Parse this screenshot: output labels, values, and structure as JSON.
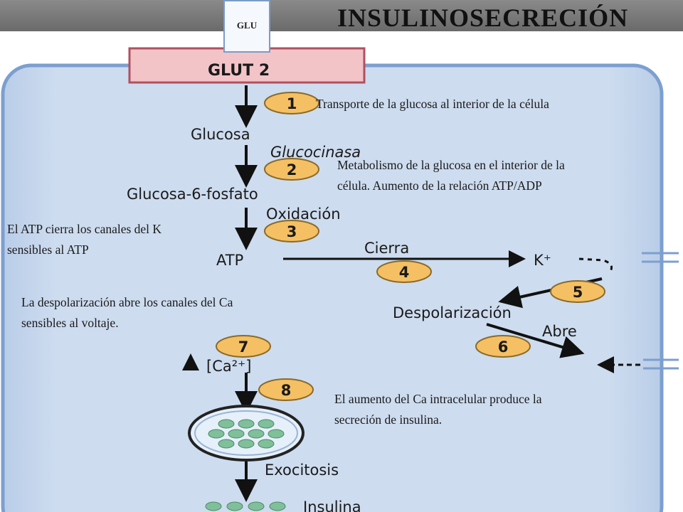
{
  "title": "INSULINOSECRECIÓN",
  "glu_label": "GLU",
  "glut_label": "GLUT 2",
  "steps": [
    "1",
    "2",
    "3",
    "4",
    "5",
    "6",
    "7",
    "8"
  ],
  "molecules": {
    "glucosa": "Glucosa",
    "glucocinasa": "Glucocinasa",
    "g6p": "Glucosa-6-fosfato",
    "oxidacion": "Oxidación",
    "atp": "ATP",
    "cierra": "Cierra",
    "k": "K⁺",
    "despolarizacion": "Despolarización",
    "abre": "Abre",
    "ca_up": "↑",
    "ca": "[Ca²⁺]",
    "exocitosis": "Exocitosis",
    "insulina": "Insulina"
  },
  "notes": {
    "n1": "Transporte de la glucosa al interior de la célula",
    "n2_line1": "Metabolismo de la glucosa en el interior de la",
    "n2_line2": "célula. Aumento de la relación ATP/ADP",
    "n3_line1": "El ATP cierra los canales del K",
    "n3_line2": "sensibles al ATP",
    "n4_line1": "La despolarización abre los canales del Ca",
    "n4_line2": "sensibles al voltaje.",
    "n5_line1": "El aumento del Ca  intracelular produce la",
    "n5_line2": "secreción de insulina."
  },
  "colors": {
    "cell_fill": "#c9d9ee",
    "cell_border": "#7c9fcf",
    "glut_fill": "#f2c4c8",
    "glut_border": "#b05060",
    "badge_fill": "#f5c063",
    "badge_border": "#8a6a2a",
    "granule_fill": "#7fbf9a",
    "arrow": "#111111"
  }
}
